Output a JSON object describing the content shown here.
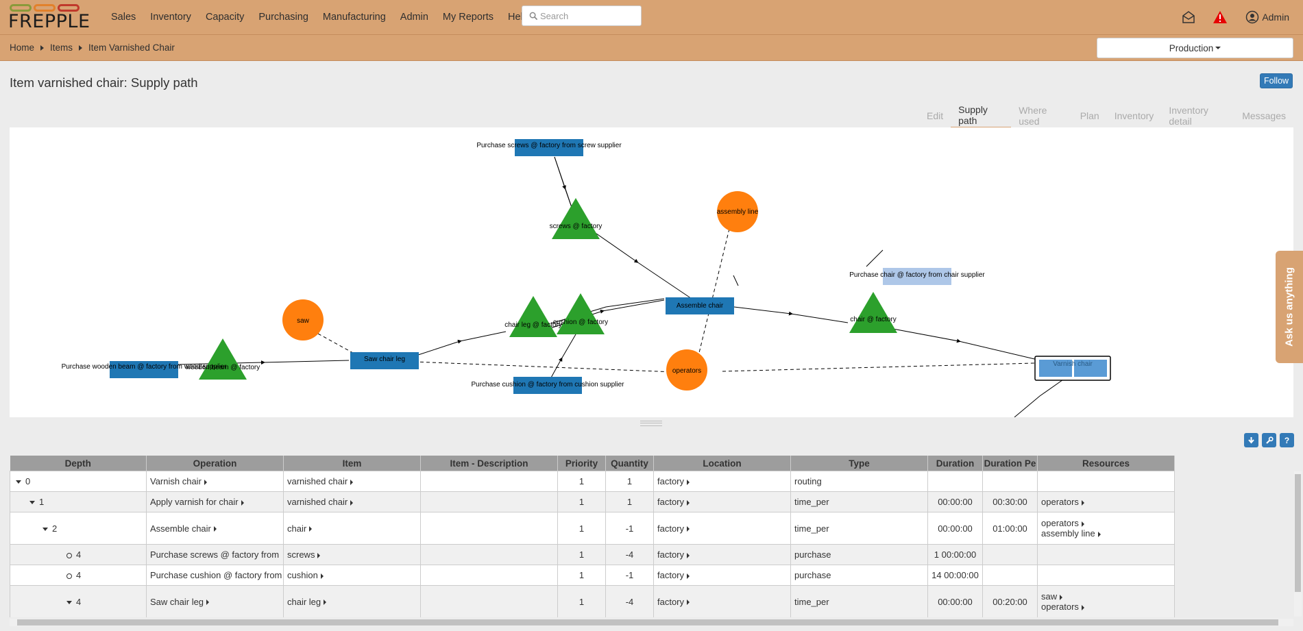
{
  "app": {
    "logo_text": "FREPPLE"
  },
  "menu": [
    "Sales",
    "Inventory",
    "Capacity",
    "Purchasing",
    "Manufacturing",
    "Admin",
    "My Reports",
    "Help"
  ],
  "search": {
    "placeholder": "Search"
  },
  "user": {
    "name": "Admin"
  },
  "breadcrumb": [
    "Home",
    "Items",
    "Item Varnished Chair"
  ],
  "scenario": {
    "selected": "Production"
  },
  "page": {
    "title": "Item varnished chair: Supply path",
    "follow_label": "Follow"
  },
  "tabs": [
    "Edit",
    "Supply path",
    "Where used",
    "Plan",
    "Inventory",
    "Inventory detail",
    "Messages"
  ],
  "active_tab": "Supply path",
  "graph_labels": {
    "purchase_screws": "Purchase screws @ factory from screw supplier",
    "screws_factory": "screws @ factory",
    "assembly_line": "assembly line",
    "purchase_chair": "Purchase chair @ factory from chair supplier",
    "saw": "saw",
    "assemble_chair": "Assemble chair",
    "chair_leg_factory": "chair leg @ factory",
    "cushion_factory": "cushion @ factory",
    "chair_factory": "chair @ factory",
    "purchase_wood": "Purchase wooden beam @ factory from wood supplier",
    "wooden_beam_factory": "wooden beam @ factory",
    "saw_chair_leg": "Saw chair leg",
    "operators": "operators",
    "varnish_chair": "Varnish chair",
    "purchase_cushion": "Purchase cushion @ factory from cushion supplier"
  },
  "colors": {
    "operation": "#1f77b4",
    "buffer": "#2ca02c",
    "resource": "#ff7f0e",
    "highlight": "#aec7e8"
  },
  "ask": "Ask us anything",
  "table": {
    "columns": [
      "Depth",
      "Operation",
      "Item",
      "Item - Description",
      "Priority",
      "Quantity",
      "Location",
      "Type",
      "Duration",
      "Duration Pe",
      "Resources"
    ],
    "rows": [
      {
        "depth": "0",
        "depth_icon": "expanded",
        "operation": "Varnish chair",
        "item": "varnished chair",
        "description": "",
        "priority": "1",
        "quantity": "1",
        "location": "factory",
        "type": "routing",
        "duration": "",
        "duration_per": "",
        "resources": []
      },
      {
        "depth": "1",
        "depth_icon": "expanded",
        "operation": "Apply varnish for chair",
        "item": "varnished chair",
        "description": "",
        "priority": "1",
        "quantity": "1",
        "location": "factory",
        "type": "time_per",
        "duration": "00:00:00",
        "duration_per": "00:30:00",
        "resources": [
          "operators"
        ]
      },
      {
        "depth": "2",
        "depth_icon": "expanded",
        "operation": "Assemble chair",
        "item": "chair",
        "description": "",
        "priority": "1",
        "quantity": "-1",
        "location": "factory",
        "type": "time_per",
        "duration": "00:00:00",
        "duration_per": "01:00:00",
        "resources": [
          "operators",
          "assembly line"
        ]
      },
      {
        "depth": "4",
        "depth_icon": "leaf",
        "operation": "Purchase screws @ factory from",
        "item": "screws",
        "description": "",
        "priority": "1",
        "quantity": "-4",
        "location": "factory",
        "type": "purchase",
        "duration": "1 00:00:00",
        "duration_per": "",
        "resources": []
      },
      {
        "depth": "4",
        "depth_icon": "leaf",
        "operation": "Purchase cushion @ factory from",
        "item": "cushion",
        "description": "",
        "priority": "1",
        "quantity": "-1",
        "location": "factory",
        "type": "purchase",
        "duration": "14 00:00:00",
        "duration_per": "",
        "resources": []
      },
      {
        "depth": "4",
        "depth_icon": "expanded",
        "operation": "Saw chair leg",
        "item": "chair leg",
        "description": "",
        "priority": "1",
        "quantity": "-4",
        "location": "factory",
        "type": "time_per",
        "duration": "00:00:00",
        "duration_per": "00:20:00",
        "resources": [
          "saw",
          "operators"
        ]
      }
    ]
  }
}
